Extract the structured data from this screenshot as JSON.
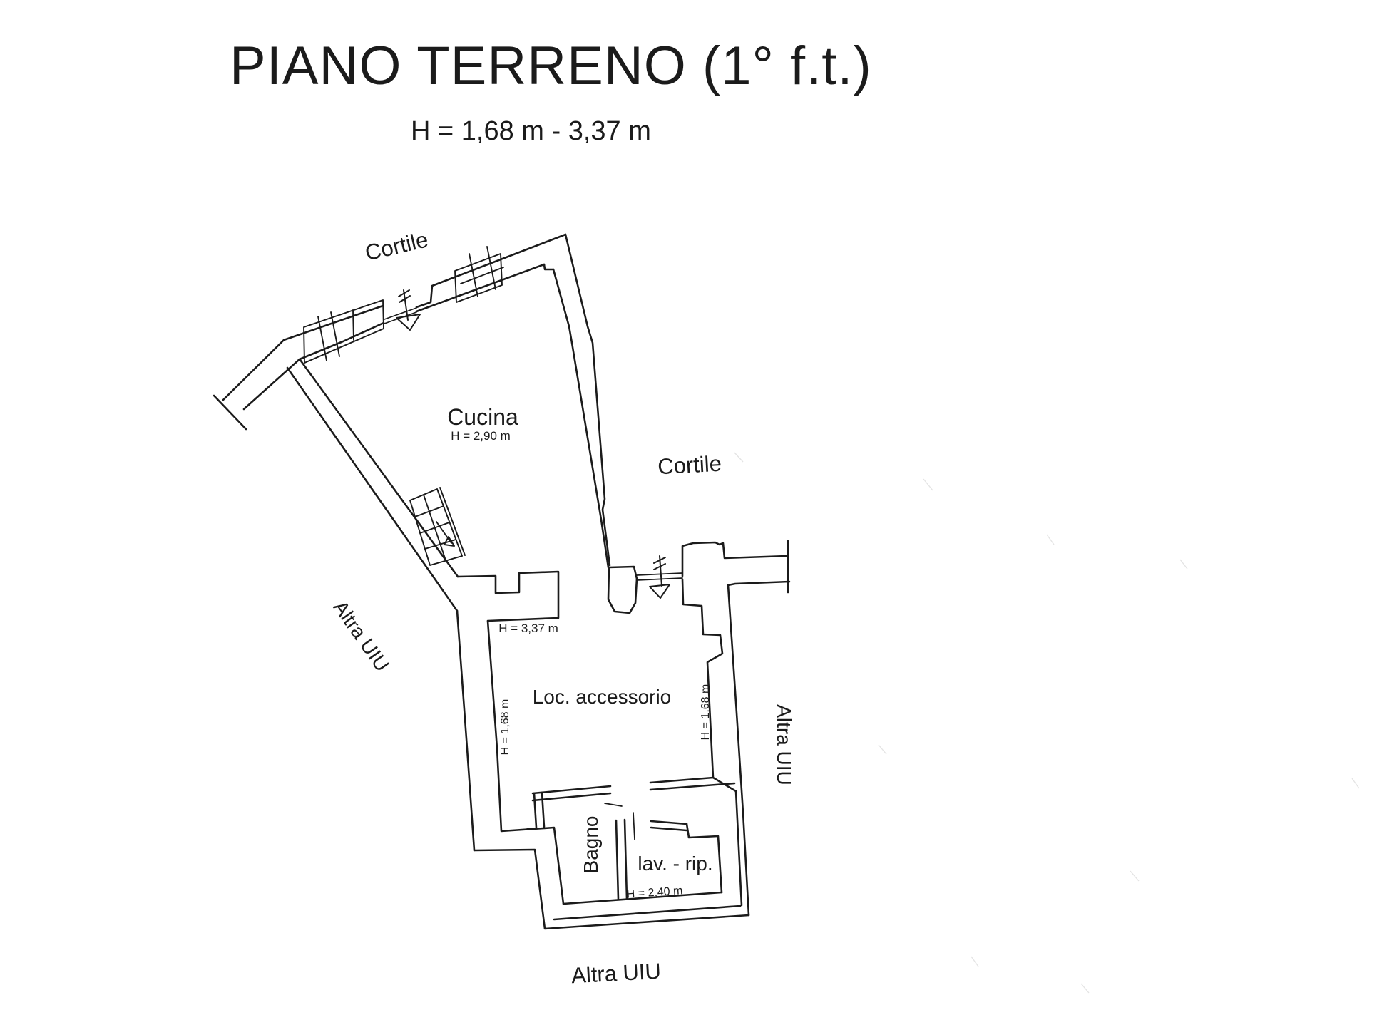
{
  "plan": {
    "title": "PIANO TERRENO (1° f.t.)",
    "subtitle": "H = 1,68 m - 3,37 m",
    "ink_color": "#1b1b1b",
    "rooms": {
      "cucina": {
        "label": "Cucina",
        "height": "H = 2,90 m"
      },
      "loc_accessorio": {
        "label": "Loc. accessorio",
        "height_max": "H = 3,37 m",
        "height_left": "H = 1,68 m",
        "height_right": "H = 1,68 m"
      },
      "bagno": {
        "label": "Bagno"
      },
      "lav_rip": {
        "label": "lav. - rip.",
        "height": "H = 2,40 m"
      }
    },
    "outdoor_labels": {
      "cortile_top": "Cortile",
      "cortile_right": "Cortile"
    },
    "adjacent_units": {
      "left": "Altra UIU",
      "right": "Altra UIU",
      "bottom": "Altra UIU"
    }
  }
}
